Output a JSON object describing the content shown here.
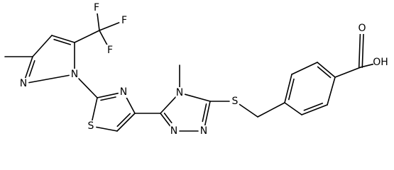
{
  "diagram": {
    "type": "chemical-structure",
    "style": {
      "background": "#ffffff",
      "bond_color": "#000000",
      "label_color": "#000000"
    },
    "atoms": [
      {
        "id": "a1",
        "symbol": "C"
      },
      {
        "id": "a2",
        "symbol": "C"
      },
      {
        "id": "a3",
        "symbol": "C"
      },
      {
        "id": "a4",
        "symbol": "C"
      },
      {
        "id": "a5",
        "symbol": "N"
      },
      {
        "id": "a6",
        "symbol": "N"
      },
      {
        "id": "a7",
        "symbol": "C"
      },
      {
        "id": "a8",
        "symbol": "F"
      },
      {
        "id": "a9",
        "symbol": "F"
      },
      {
        "id": "a10",
        "symbol": "F"
      },
      {
        "id": "a11",
        "symbol": "C"
      },
      {
        "id": "a12",
        "symbol": "N"
      },
      {
        "id": "a13",
        "symbol": "C"
      },
      {
        "id": "a14",
        "symbol": "C"
      },
      {
        "id": "a15",
        "symbol": "S"
      },
      {
        "id": "a16",
        "symbol": "C"
      },
      {
        "id": "a17",
        "symbol": "N"
      },
      {
        "id": "a18",
        "symbol": "N"
      },
      {
        "id": "a19",
        "symbol": "N"
      },
      {
        "id": "a20",
        "symbol": "C"
      },
      {
        "id": "a21",
        "symbol": "C"
      },
      {
        "id": "a22",
        "symbol": "S"
      },
      {
        "id": "a23",
        "symbol": "C"
      },
      {
        "id": "a24",
        "symbol": "C"
      },
      {
        "id": "a25",
        "symbol": "C"
      },
      {
        "id": "a26",
        "symbol": "C"
      },
      {
        "id": "a27",
        "symbol": "C"
      },
      {
        "id": "a28",
        "symbol": "C"
      },
      {
        "id": "a29",
        "symbol": "C"
      },
      {
        "id": "a30",
        "symbol": "C"
      },
      {
        "id": "a31",
        "symbol": "O"
      },
      {
        "id": "a32",
        "symbol": "O"
      }
    ],
    "bonds": [
      {
        "from": "a1",
        "to": "a2",
        "order": 1
      },
      {
        "from": "a2",
        "to": "a3",
        "order": 1
      },
      {
        "from": "a3",
        "to": "a4",
        "order": 2
      },
      {
        "from": "a4",
        "to": "a6",
        "order": 1
      },
      {
        "from": "a6",
        "to": "a5",
        "order": 1
      },
      {
        "from": "a5",
        "to": "a2",
        "order": 2
      },
      {
        "from": "a4",
        "to": "a7",
        "order": 1
      },
      {
        "from": "a7",
        "to": "a8",
        "order": 1
      },
      {
        "from": "a7",
        "to": "a9",
        "order": 1
      },
      {
        "from": "a7",
        "to": "a10",
        "order": 1
      },
      {
        "from": "a6",
        "to": "a11",
        "order": 1
      },
      {
        "from": "a11",
        "to": "a12",
        "order": 2
      },
      {
        "from": "a12",
        "to": "a13",
        "order": 1
      },
      {
        "from": "a13",
        "to": "a14",
        "order": 2
      },
      {
        "from": "a14",
        "to": "a15",
        "order": 1
      },
      {
        "from": "a15",
        "to": "a11",
        "order": 1
      },
      {
        "from": "a13",
        "to": "a16",
        "order": 1
      },
      {
        "from": "a16",
        "to": "a17",
        "order": 1
      },
      {
        "from": "a17",
        "to": "a20",
        "order": 1
      },
      {
        "from": "a20",
        "to": "a18",
        "order": 2
      },
      {
        "from": "a18",
        "to": "a19",
        "order": 1
      },
      {
        "from": "a19",
        "to": "a16",
        "order": 2
      },
      {
        "from": "a17",
        "to": "a21",
        "order": 1
      },
      {
        "from": "a20",
        "to": "a22",
        "order": 1
      },
      {
        "from": "a22",
        "to": "a23",
        "order": 1
      },
      {
        "from": "a23",
        "to": "a24",
        "order": 1
      },
      {
        "from": "a24",
        "to": "a25",
        "order": 2
      },
      {
        "from": "a25",
        "to": "a26",
        "order": 1
      },
      {
        "from": "a26",
        "to": "a27",
        "order": 2
      },
      {
        "from": "a27",
        "to": "a28",
        "order": 1
      },
      {
        "from": "a28",
        "to": "a29",
        "order": 2
      },
      {
        "from": "a29",
        "to": "a24",
        "order": 1
      },
      {
        "from": "a27",
        "to": "a30",
        "order": 1
      },
      {
        "from": "a30",
        "to": "a31",
        "order": 2
      },
      {
        "from": "a30",
        "to": "a32",
        "order": 1
      }
    ],
    "labels": [
      {
        "atom": "a5",
        "text": "N"
      },
      {
        "atom": "a6",
        "text": "N"
      },
      {
        "atom": "a8",
        "text": "F"
      },
      {
        "atom": "a9",
        "text": "F"
      },
      {
        "atom": "a10",
        "text": "F"
      },
      {
        "atom": "a12",
        "text": "N"
      },
      {
        "atom": "a15",
        "text": "S"
      },
      {
        "atom": "a17",
        "text": "N"
      },
      {
        "atom": "a18",
        "text": "N"
      },
      {
        "atom": "a19",
        "text": "N"
      },
      {
        "atom": "a22",
        "text": "S"
      },
      {
        "atom": "a31",
        "text": "O"
      },
      {
        "atom": "a32",
        "text": "OH"
      }
    ]
  }
}
